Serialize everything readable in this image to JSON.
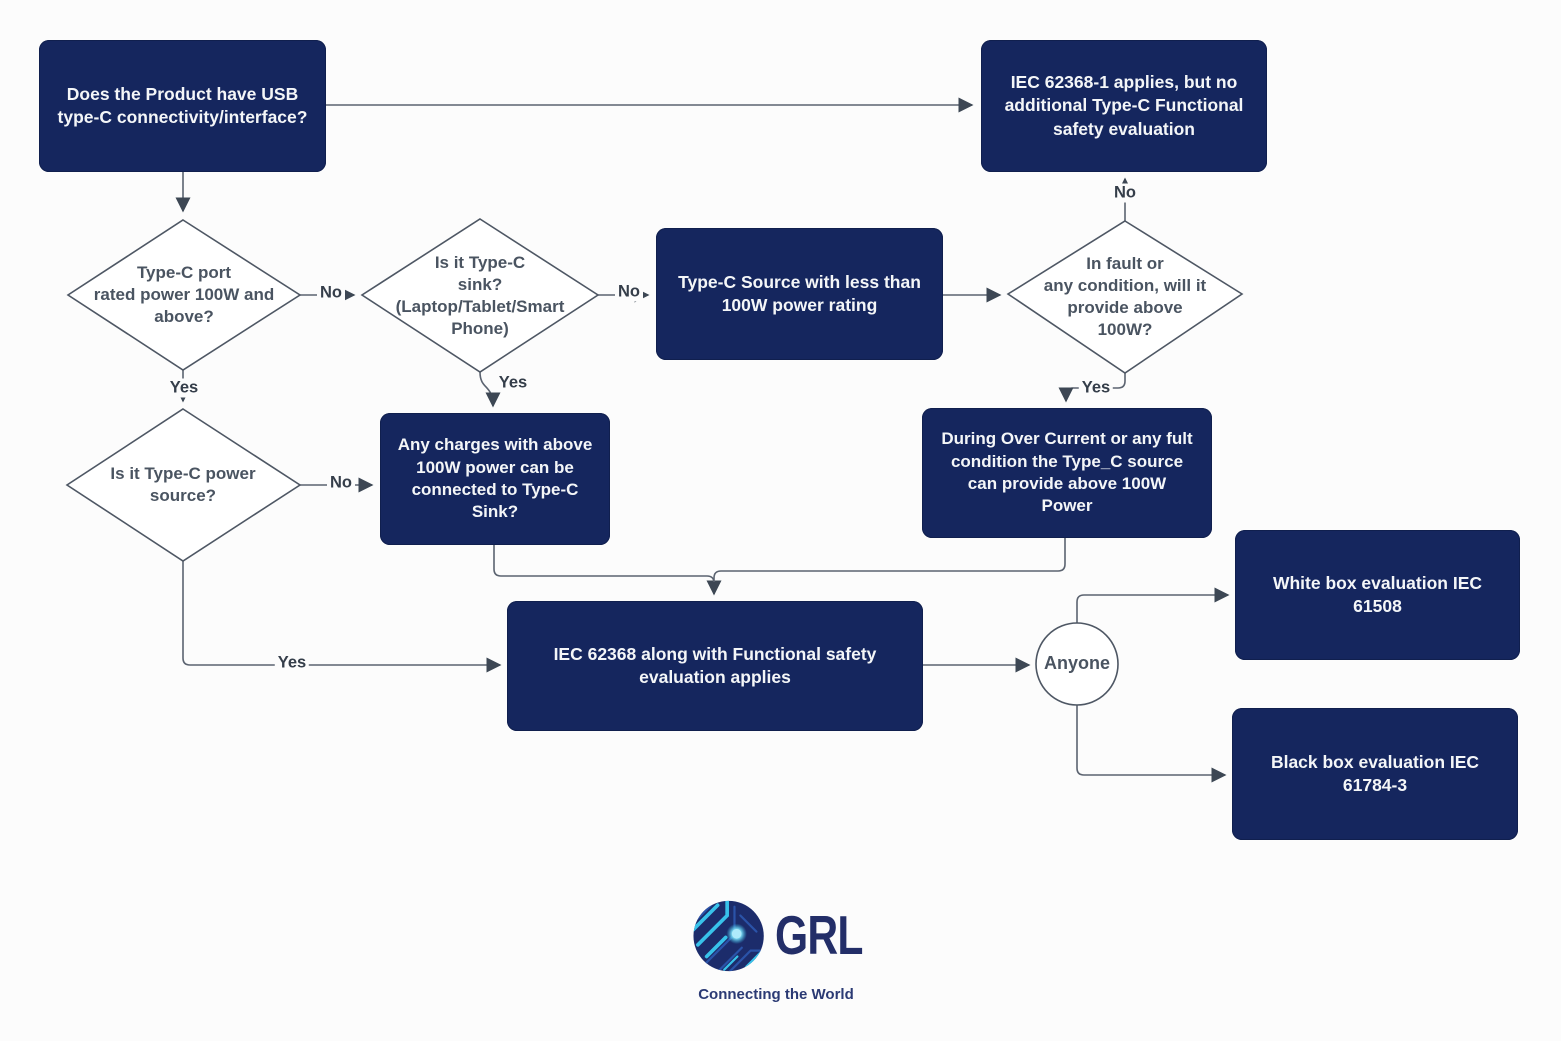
{
  "colors": {
    "box_fill": "#15265e",
    "box_text": "#f4f6f8",
    "shape_stroke": "#4e5764",
    "arrow_head": "#3d4754",
    "diamond_text": "#4a5461",
    "edge_label_text": "#353e4a",
    "background": "#fcfcfc",
    "logo_navy": "#1c2c6b",
    "logo_cyan": "#38c2ea"
  },
  "nodes": {
    "start": {
      "label": "Does the Product have USB\ntype-C connectivity/interface?"
    },
    "no_additional_eval": {
      "label": "IEC 62368-1 applies, but no\nadditional Type-C Functional\nsafety evaluation"
    },
    "rated_power": {
      "label": "Type-C port\nrated power 100W and\nabove?"
    },
    "is_sink": {
      "label": "Is it Type-C\nsink?\n(Laptop/Tablet/Smart\nPhone)"
    },
    "source_less_100w": {
      "label": "Type-C Source with less than\n100W power rating"
    },
    "fault_above_100w": {
      "label": "In fault or\nany condition, will it\nprovide above\n100W?"
    },
    "is_power_source": {
      "label": "Is it Type-C power\nsource?"
    },
    "chargers_above_100w": {
      "label": "Any charges with above\n100W power can be\nconnected to Type-C\nSink?"
    },
    "over_current": {
      "label": "During Over Current or any fult\ncondition the Type_C source\ncan provide above 100W\nPower"
    },
    "iec_62368_functional": {
      "label": "IEC 62368 along with Functional safety\nevaluation applies"
    },
    "anyone": {
      "label": "Anyone"
    },
    "white_box": {
      "label": "White box evaluation IEC\n61508"
    },
    "black_box": {
      "label": "Black box evaluation IEC\n61784-3"
    }
  },
  "edge_labels": {
    "rated_power_no": "No",
    "rated_power_yes": "Yes",
    "is_sink_no": "No",
    "is_sink_yes": "Yes",
    "fault_no": "No",
    "fault_yes": "Yes",
    "power_source_no": "No",
    "power_source_yes": "Yes"
  },
  "logo": {
    "name": "GRL",
    "tagline": "Connecting the World"
  }
}
